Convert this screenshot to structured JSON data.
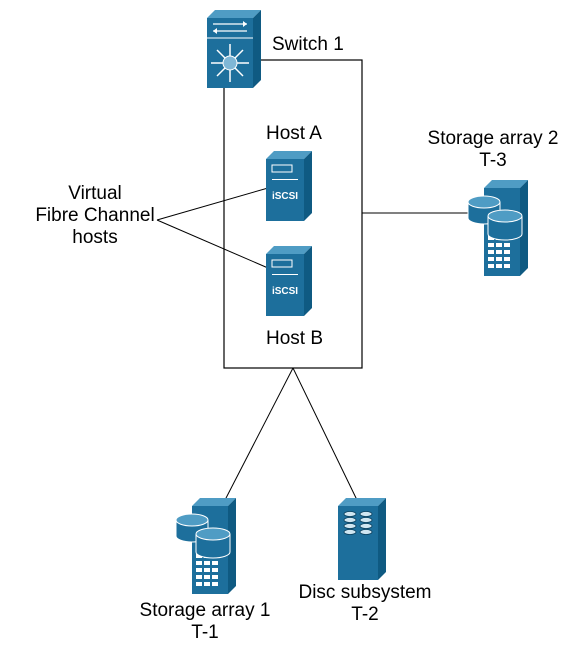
{
  "colors": {
    "device_fill": "#1d6f9c",
    "device_dark": "#0f5a82",
    "device_light": "#4f9cc4",
    "line": "#000000"
  },
  "switch": {
    "label": "Switch 1",
    "icon": "switch-icon"
  },
  "hosts": [
    {
      "label": "Host A",
      "badge": "iSCSI",
      "icon": "server-icon"
    },
    {
      "label": "Host B",
      "badge": "iSCSI",
      "icon": "server-icon"
    }
  ],
  "virtual_hosts_label": [
    "Virtual",
    "Fibre Channel",
    "hosts"
  ],
  "storage_array_2": {
    "name": "Storage array 2",
    "target": "T-3",
    "icon": "storage-array-icon"
  },
  "storage_array_1": {
    "name": "Storage array 1",
    "target": "T-1",
    "icon": "storage-array-icon"
  },
  "disc_subsystem": {
    "name": "Disc subsystem",
    "target": "T-2",
    "icon": "disc-subsystem-icon"
  }
}
